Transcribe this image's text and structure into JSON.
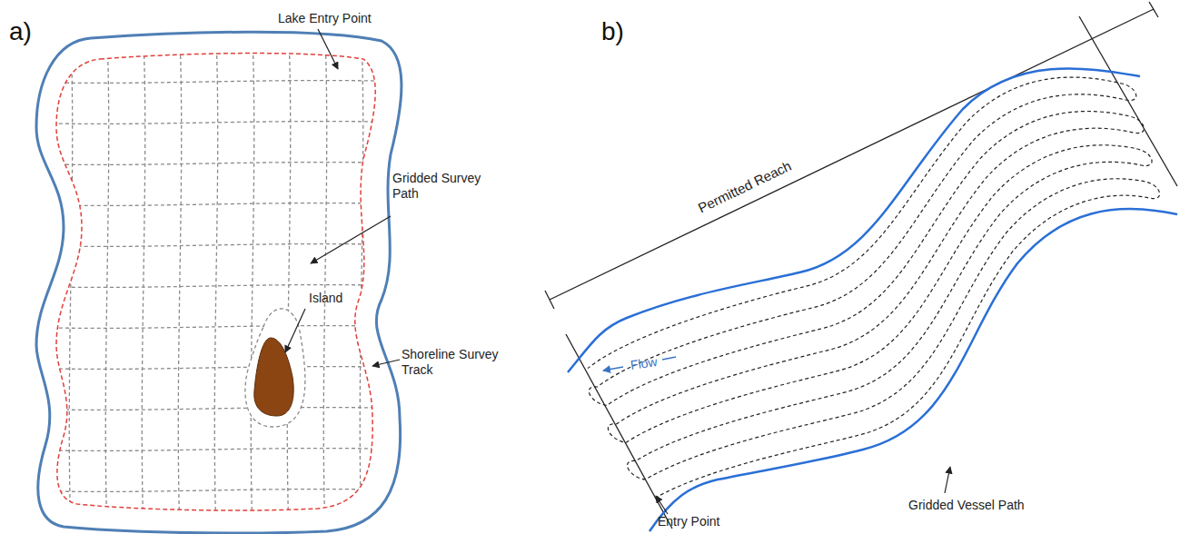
{
  "diagram": {
    "labels": [
      "a)",
      "b)",
      "Lake Entry Point",
      "Gridded Survey Path",
      "Island",
      "Shoreline Survey Track",
      "Permitted Reach",
      "Flow",
      "Gridded Vessel Path",
      "Entry Point"
    ]
  }
}
